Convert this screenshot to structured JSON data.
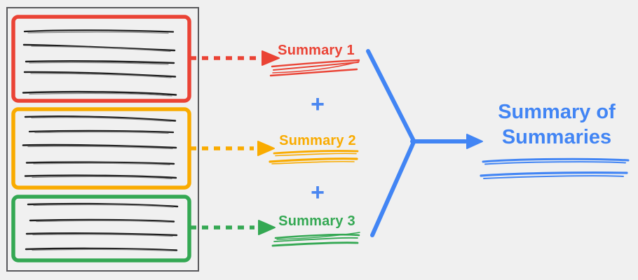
{
  "canvas": {
    "background": "#f0f0f0"
  },
  "palette": {
    "red": "#EA4335",
    "orange": "#F9AB00",
    "green": "#34A853",
    "blue": "#4285F4",
    "ink": "#1f1f1f",
    "frame_gray": "#58585b"
  },
  "source_document": {
    "chunks": [
      {
        "name": "chunk-1",
        "color": "#EA4335",
        "text_lines": 5
      },
      {
        "name": "chunk-2",
        "color": "#F9AB00",
        "text_lines": 5
      },
      {
        "name": "chunk-3",
        "color": "#34A853",
        "text_lines": 4
      }
    ]
  },
  "summaries": [
    {
      "label": "Summary 1",
      "color": "#EA4335"
    },
    {
      "label": "Summary 2",
      "color": "#F9AB00"
    },
    {
      "label": "Summary 3",
      "color": "#34A853"
    }
  ],
  "operators": {
    "plus": "+"
  },
  "output": {
    "label": "Summary of Summaries",
    "color": "#4285F4"
  }
}
